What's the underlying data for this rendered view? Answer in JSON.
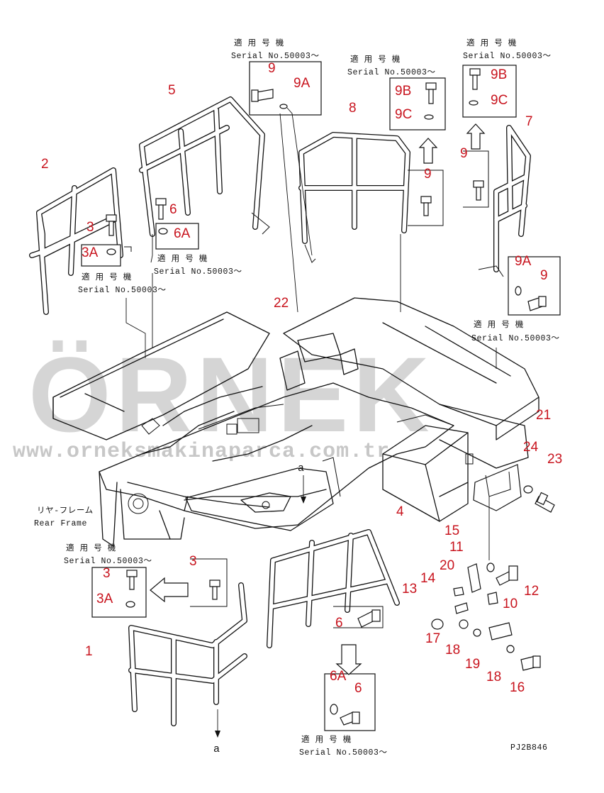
{
  "watermark": {
    "brand": "ÖRNEK",
    "url": "www.orneksmakinaparca.com.tr"
  },
  "drawing_code": "PJ2B846",
  "serial_caption": {
    "jp": "適 用 号 機",
    "en": "Serial No.50003～"
  },
  "rear_frame_label": {
    "jp": "リヤ-フレーム",
    "en": "Rear Frame"
  },
  "view_ref": "a",
  "part_numbers": {
    "p1": "1",
    "p2": "2",
    "p3": "3",
    "p3A": "3A",
    "p4": "4",
    "p5": "5",
    "p6": "6",
    "p6A": "6A",
    "p7": "7",
    "p8": "8",
    "p9": "9",
    "p9A": "9A",
    "p9B": "9B",
    "p9C": "9C",
    "p10": "10",
    "p11": "11",
    "p12": "12",
    "p13": "13",
    "p14": "14",
    "p15": "15",
    "p16": "16",
    "p17": "17",
    "p18": "18",
    "p19": "19",
    "p20": "20",
    "p21": "21",
    "p22": "22",
    "p23": "23",
    "p24": "24"
  },
  "colors": {
    "callout": "#c8141e",
    "linework": "#111111",
    "watermark": "#b4b4b4"
  }
}
